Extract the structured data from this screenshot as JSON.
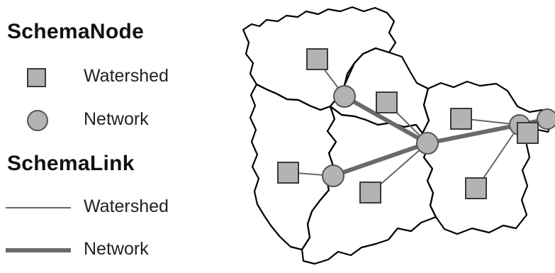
{
  "legend": {
    "schema_node_title": "SchemaNode",
    "node_items": [
      {
        "label": "Watershed",
        "symbol": "square-icon"
      },
      {
        "label": "Network",
        "symbol": "circle-icon"
      }
    ],
    "schema_link_title": "SchemaLink",
    "link_items": [
      {
        "label": "Watershed",
        "symbol": "thin-line-icon"
      },
      {
        "label": "Network",
        "symbol": "thick-line-icon"
      }
    ]
  },
  "colors": {
    "node_fill": "#b3b3b3",
    "node_stroke": "#3a3a3a",
    "watershed_link": "#666666",
    "network_link": "#6a6a6a",
    "boundary": "#000000"
  }
}
